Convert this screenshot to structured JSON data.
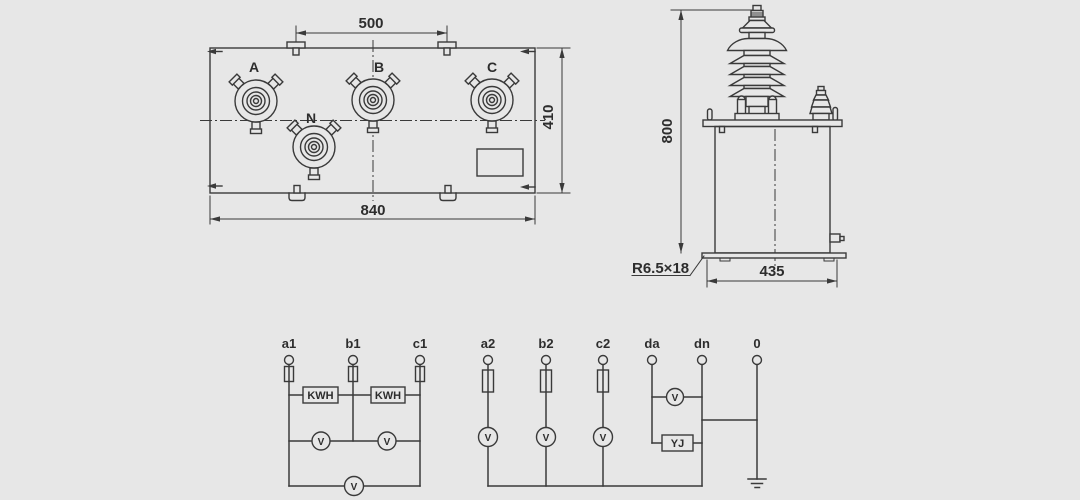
{
  "colors": {
    "background": "#e7e7e7",
    "line": "#3a3a3a",
    "text": "#2d2d2d"
  },
  "top_view": {
    "bushing_labels": {
      "a": "A",
      "b": "B",
      "c": "C",
      "n": "N"
    },
    "dim_top": "500",
    "dim_side": "410",
    "dim_bottom": "840"
  },
  "side_view": {
    "dim_height": "800",
    "dim_base": "435",
    "hole_label": "R6.5×18"
  },
  "wiring": {
    "terminals": [
      "a1",
      "b1",
      "c1",
      "a2",
      "b2",
      "c2",
      "da",
      "dn",
      "0"
    ],
    "meter_label": "KWH",
    "voltmeter_label": "V",
    "relay_label": "YJ"
  }
}
